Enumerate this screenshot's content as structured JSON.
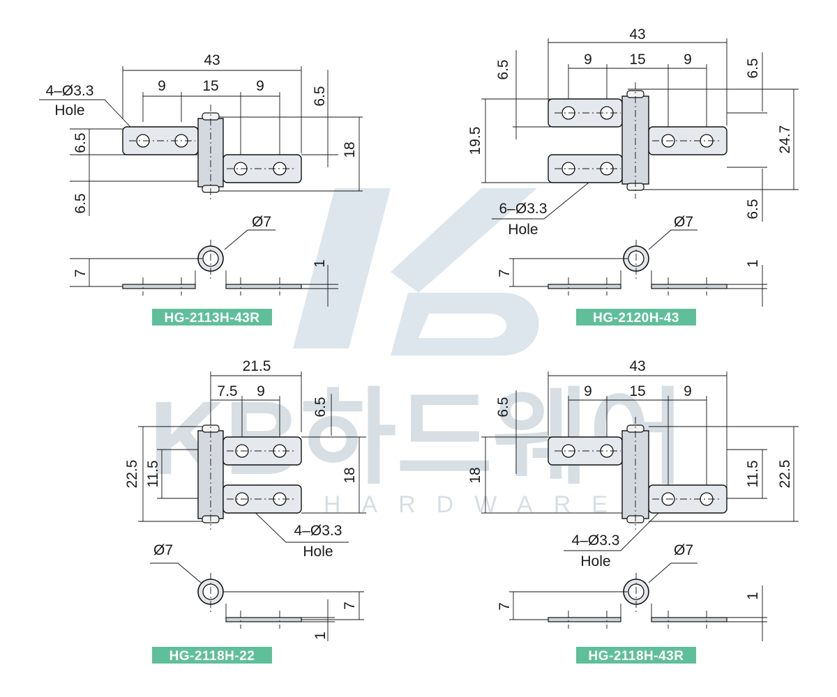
{
  "watermark": {
    "brand": "KB하드웨어",
    "sub": "KB HARDWARE"
  },
  "colors": {
    "badge": "#5fbf9b",
    "part_fill": "#e5e9ee",
    "watermark": "#9fb6cc"
  },
  "drawings": [
    {
      "model": "HG-2113H-43R",
      "overall_width": "43",
      "pitch_left": "9",
      "pitch_center": "15",
      "pitch_right": "9",
      "leaf_height": "6.5",
      "leaf_height_bottom": "6.5",
      "right_offset": "6.5",
      "overall_height": "18",
      "hole_callout": "4–Ø3.3",
      "hole_word": "Hole",
      "barrel_dia": "Ø7",
      "side_height": "7",
      "thickness": "1"
    },
    {
      "model": "HG-2120H-43",
      "overall_width": "43",
      "pitch_left": "9",
      "pitch_center": "15",
      "pitch_right": "9",
      "top_offset": "6.5",
      "span": "19.5",
      "right_top": "6.5",
      "right_height": "24.7",
      "right_bottom": "6.5",
      "hole_callout": "6–Ø3.3",
      "hole_word": "Hole",
      "barrel_dia": "Ø7",
      "side_height": "7",
      "thickness": "1"
    },
    {
      "model": "HG-2118H-22",
      "overall_width": "21.5",
      "pitch_a": "7.5",
      "pitch_b": "9",
      "right_top": "6.5",
      "overall_height": "22.5",
      "inner_height": "11.5",
      "right_height": "18",
      "hole_callout": "4–Ø3.3",
      "hole_word": "Hole",
      "barrel_dia": "Ø7",
      "side_height": "7",
      "thickness": "1"
    },
    {
      "model": "HG-2118H-43R",
      "overall_width": "43",
      "pitch_left": "9",
      "pitch_center": "15",
      "pitch_right": "9",
      "top_offset": "6.5",
      "left_height": "18",
      "inner_height": "11.5",
      "overall_height": "22.5",
      "hole_callout": "4–Ø3.3",
      "hole_word": "Hole",
      "barrel_dia": "Ø7",
      "side_height": "7",
      "thickness": "1"
    }
  ]
}
